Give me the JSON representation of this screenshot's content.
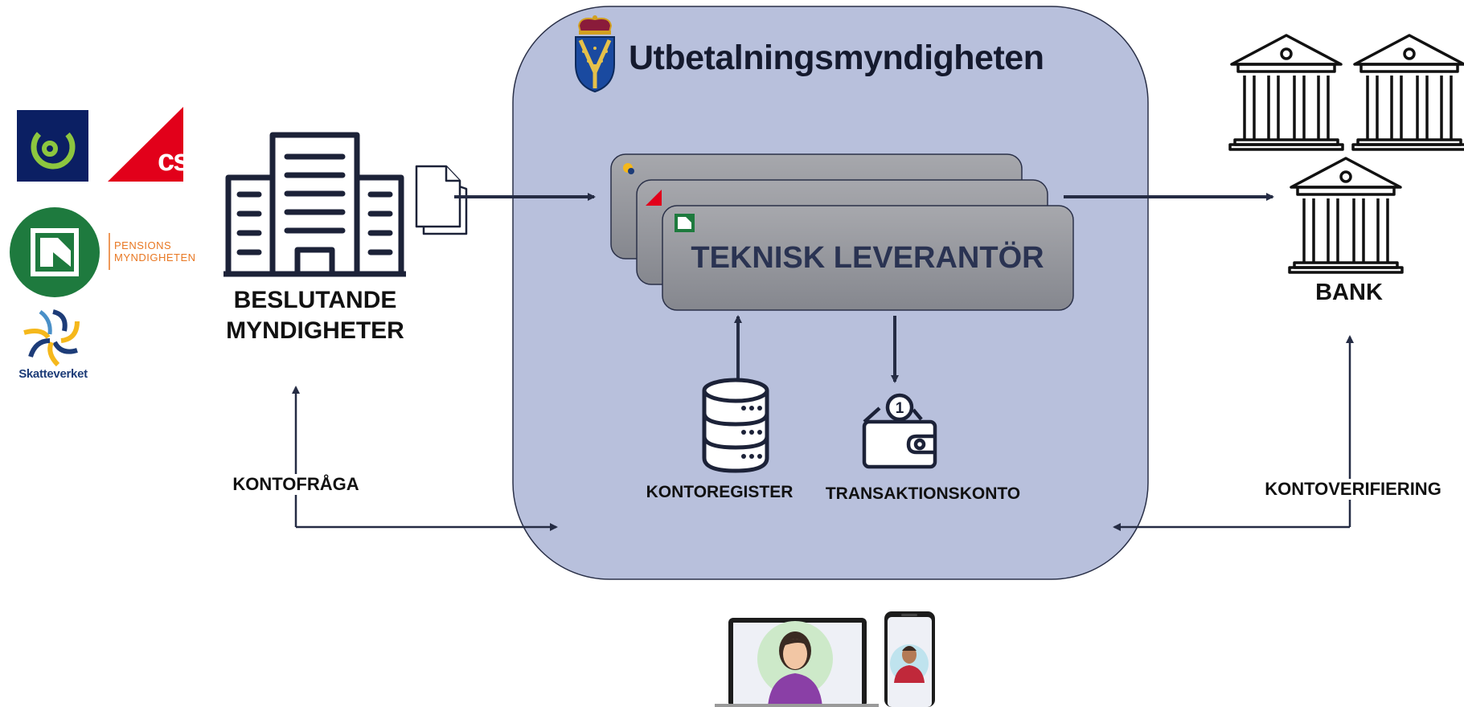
{
  "title": "Utbetalningsmyndigheten",
  "decision_makers": {
    "label_line1": "BESLUTANDE",
    "label_line2": "MYNDIGHETER",
    "logos": [
      "Försäkringskassan logo",
      "CSN logo",
      "Pensionsmyndigheten logo",
      "Skatteverket logo"
    ],
    "csn_text": "csn",
    "pension_text_line1": "PENSIONS",
    "pension_text_line2": "MYNDIGHETEN",
    "skatteverket_text": "Skatteverket"
  },
  "supplier": {
    "label": "TEKNISK LEVERANTÖR",
    "cards": 3
  },
  "account_register": {
    "label": "KONTOREGISTER",
    "icon": "database-icon"
  },
  "transaction_account": {
    "label": "TRANSAKTIONSKONTO",
    "icon": "wallet-coin-icon"
  },
  "bank": {
    "label": "BANK",
    "icon": "bank-building-icon"
  },
  "flows": {
    "account_query": "KONTOFRÅGA",
    "account_verification": "KONTOVERIFIERING"
  },
  "colors": {
    "agency_box": "#b8c0dc",
    "agency_border": "#2a3048",
    "card_fill": "#9c9da3",
    "arrow": "#252c44",
    "fk_green": "#1e7a3e",
    "csn_red": "#e2001a",
    "pension_orange": "#e87722",
    "navy": "#0b1f63"
  }
}
